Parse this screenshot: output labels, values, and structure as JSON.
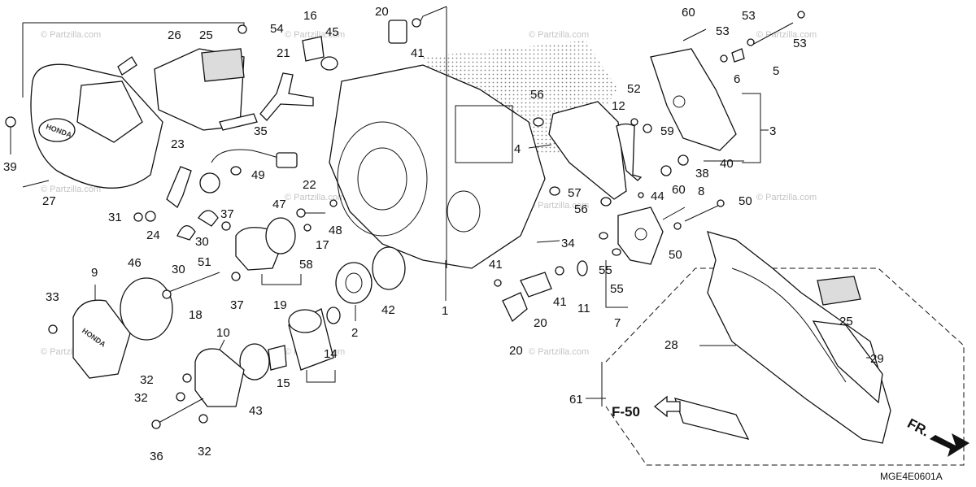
{
  "diagram": {
    "callouts": [
      "1",
      "2",
      "3",
      "4",
      "5",
      "6",
      "7",
      "8",
      "9",
      "10",
      "11",
      "12",
      "14",
      "15",
      "16",
      "17",
      "18",
      "19",
      "20",
      "21",
      "22",
      "23",
      "24",
      "25",
      "26",
      "27",
      "28",
      "29",
      "30",
      "31",
      "32",
      "33",
      "34",
      "35",
      "36",
      "37",
      "38",
      "39",
      "40",
      "41",
      "42",
      "43",
      "44",
      "45",
      "46",
      "47",
      "48",
      "49",
      "50",
      "51",
      "52",
      "53",
      "54",
      "55",
      "56",
      "57",
      "58",
      "59",
      "60",
      "61"
    ],
    "reference": "F-50",
    "direction_arrow": "FR.",
    "diagram_code": "MGE4E0601A",
    "watermark": "© Partzilla.com",
    "brand_text": "HONDA"
  },
  "colors": {
    "line": "#111111",
    "background": "#ffffff",
    "watermark": "#c4c4c4"
  },
  "icons": {
    "direction": "arrow-right-icon",
    "reference": "hollow-arrow-left-icon"
  }
}
